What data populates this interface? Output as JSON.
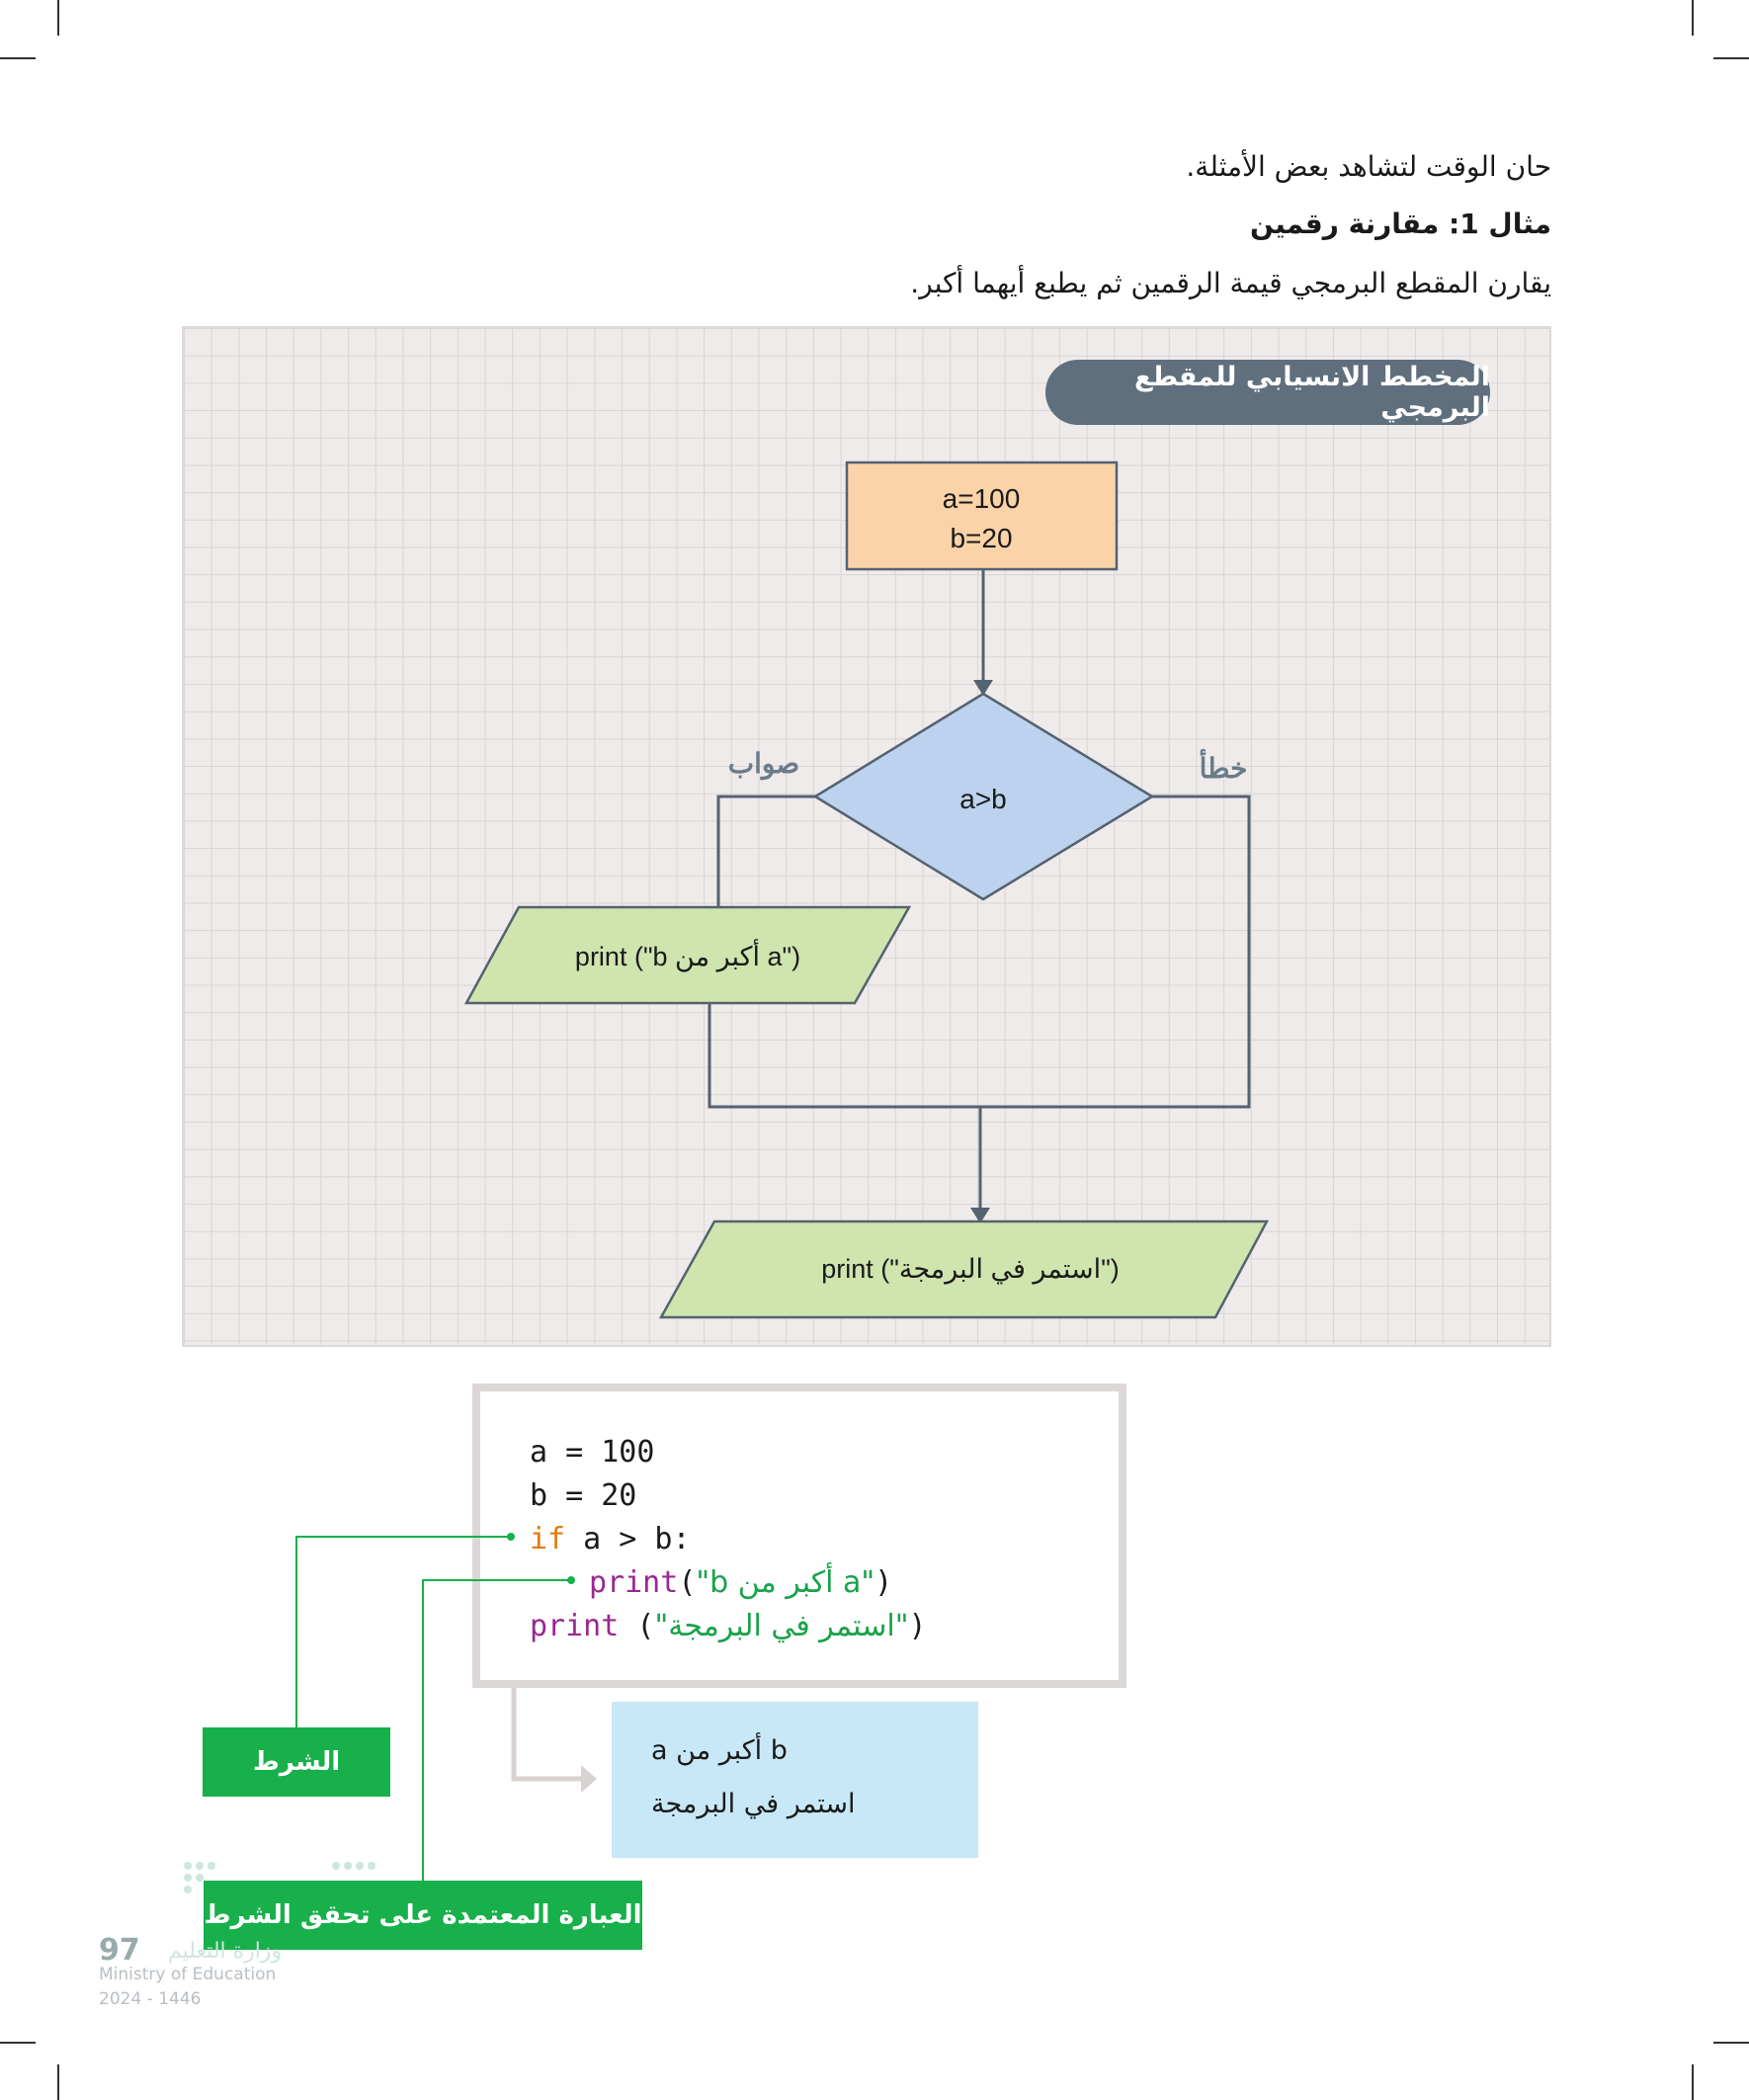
{
  "intro": {
    "line1": "حان الوقت لتشاهد بعض الأمثلة.",
    "example_title": "مثال 1: مقارنة رقمين",
    "description": "يقارن المقطع البرمجي قيمة الرقمين ثم يطبع أيهما أكبر."
  },
  "flowchart": {
    "title": "المخطط الانسيابي للمقطع البرمجي",
    "init_line1": "a=100",
    "init_line2": "b=20",
    "condition": "a>b",
    "true_label": "صواب",
    "false_label": "خطأ",
    "true_output": "print (\"b أكبر من a\")",
    "final_output": "print (\"استمر في البرمجة\")"
  },
  "code": {
    "line1": "a = 100",
    "line2": "b = 20",
    "line3_kw": "if",
    "line3_rest": " a > b:",
    "line4_fn": "print",
    "line4_open": "(",
    "line4_str": "\"b أكبر من a\"",
    "line4_close": ")",
    "line5_fn": "print",
    "line5_open": " (",
    "line5_str": "\"استمر في البرمجة\"",
    "line5_close": ")"
  },
  "output": {
    "line1": "a أكبر من b",
    "line2": "استمر في البرمجة"
  },
  "labels": {
    "condition": "الشرط",
    "dependent_statement": "العبارة المعتمدة على تحقق الشرط"
  },
  "footer": {
    "page_number": "97",
    "ministry_ar": "وزارة التعليم",
    "ministry_en": "Ministry of Education",
    "year": "2024 - 1446"
  },
  "colors": {
    "init_box": "#fbd3a8",
    "decision": "#bcd2ee",
    "io_shape": "#d0e4ae",
    "pill": "#5f6f7d",
    "label_green": "#17b04a",
    "output_bg": "#c8e8f7"
  }
}
